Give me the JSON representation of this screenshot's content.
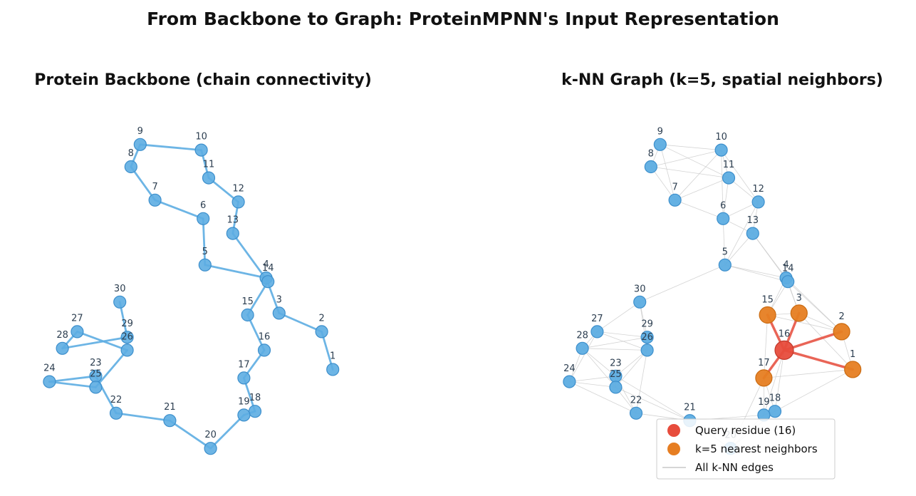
{
  "figure": {
    "title": "From Backbone to Graph: ProteinMPNN's Input Representation"
  },
  "colors": {
    "node": "#5dade2",
    "backbone_edge": "#5dade2",
    "knn_edge": "#c8c8c8",
    "query": "#e74c3c",
    "neighbor": "#e67e22",
    "highlight_edge": "#e74c3c",
    "label": "#2c3e50"
  },
  "panels": {
    "backbone": {
      "title": "Protein Backbone (chain connectivity)"
    },
    "knn": {
      "title": "k-NN Graph (k=5, spatial neighbors)"
    }
  },
  "legend": {
    "query_label": "Query residue (16)",
    "neighbors_label": "k=5 nearest neighbors",
    "edges_label": "All k-NN edges"
  },
  "chart_data": {
    "type": "network",
    "residues": [
      {
        "id": 1,
        "x": 4.2,
        "y": -0.47
      },
      {
        "id": 2,
        "x": 3.9,
        "y": 0.55
      },
      {
        "id": 3,
        "x": 2.75,
        "y": 1.05
      },
      {
        "id": 4,
        "x": 2.4,
        "y": 2.0
      },
      {
        "id": 5,
        "x": 0.75,
        "y": 2.35
      },
      {
        "id": 6,
        "x": 0.7,
        "y": 3.6
      },
      {
        "id": 7,
        "x": -0.6,
        "y": 4.1
      },
      {
        "id": 8,
        "x": -1.25,
        "y": 5.0
      },
      {
        "id": 9,
        "x": -1.0,
        "y": 5.6
      },
      {
        "id": 10,
        "x": 0.65,
        "y": 5.45
      },
      {
        "id": 11,
        "x": 0.85,
        "y": 4.7
      },
      {
        "id": 12,
        "x": 1.65,
        "y": 4.05
      },
      {
        "id": 13,
        "x": 1.5,
        "y": 3.2
      },
      {
        "id": 14,
        "x": 2.45,
        "y": 1.9
      },
      {
        "id": 15,
        "x": 1.9,
        "y": 1.0
      },
      {
        "id": 16,
        "x": 2.35,
        "y": 0.05
      },
      {
        "id": 17,
        "x": 1.8,
        "y": -0.7
      },
      {
        "id": 18,
        "x": 2.1,
        "y": -1.6
      },
      {
        "id": 19,
        "x": 1.8,
        "y": -1.7
      },
      {
        "id": 20,
        "x": 0.9,
        "y": -2.6
      },
      {
        "id": 21,
        "x": -0.2,
        "y": -1.85
      },
      {
        "id": 22,
        "x": -1.65,
        "y": -1.65
      },
      {
        "id": 23,
        "x": -2.2,
        "y": -0.65
      },
      {
        "id": 24,
        "x": -3.45,
        "y": -0.8
      },
      {
        "id": 25,
        "x": -2.2,
        "y": -0.95
      },
      {
        "id": 26,
        "x": -1.35,
        "y": 0.05
      },
      {
        "id": 27,
        "x": -2.7,
        "y": 0.55
      },
      {
        "id": 28,
        "x": -3.1,
        "y": 0.1
      },
      {
        "id": 29,
        "x": -1.35,
        "y": 0.4
      },
      {
        "id": 30,
        "x": -1.55,
        "y": 1.35
      }
    ],
    "knn": {
      "k": 5,
      "query": 16,
      "neighbors": [
        1,
        2,
        3,
        15,
        17
      ],
      "edges": [
        [
          1,
          2
        ],
        [
          1,
          3
        ],
        [
          1,
          16
        ],
        [
          1,
          17
        ],
        [
          1,
          18
        ],
        [
          2,
          3
        ],
        [
          2,
          4
        ],
        [
          2,
          14
        ],
        [
          2,
          16
        ],
        [
          2,
          15
        ],
        [
          3,
          4
        ],
        [
          3,
          14
        ],
        [
          3,
          15
        ],
        [
          3,
          16
        ],
        [
          4,
          14
        ],
        [
          4,
          5
        ],
        [
          4,
          13
        ],
        [
          4,
          15
        ],
        [
          5,
          14
        ],
        [
          5,
          13
        ],
        [
          5,
          6
        ],
        [
          5,
          12
        ],
        [
          5,
          30
        ],
        [
          6,
          7
        ],
        [
          6,
          11
        ],
        [
          6,
          12
        ],
        [
          6,
          13
        ],
        [
          6,
          10
        ],
        [
          7,
          8
        ],
        [
          7,
          9
        ],
        [
          7,
          10
        ],
        [
          7,
          11
        ],
        [
          8,
          9
        ],
        [
          8,
          10
        ],
        [
          8,
          11
        ],
        [
          9,
          10
        ],
        [
          9,
          11
        ],
        [
          10,
          11
        ],
        [
          10,
          12
        ],
        [
          11,
          12
        ],
        [
          12,
          13
        ],
        [
          13,
          14
        ],
        [
          14,
          15
        ],
        [
          15,
          16
        ],
        [
          15,
          17
        ],
        [
          16,
          17
        ],
        [
          16,
          18
        ],
        [
          16,
          19
        ],
        [
          17,
          18
        ],
        [
          17,
          19
        ],
        [
          17,
          20
        ],
        [
          18,
          19
        ],
        [
          18,
          20
        ],
        [
          19,
          20
        ],
        [
          19,
          21
        ],
        [
          20,
          21
        ],
        [
          21,
          22
        ],
        [
          21,
          25
        ],
        [
          21,
          23
        ],
        [
          22,
          23
        ],
        [
          22,
          24
        ],
        [
          22,
          25
        ],
        [
          22,
          26
        ],
        [
          23,
          24
        ],
        [
          23,
          25
        ],
        [
          23,
          26
        ],
        [
          23,
          28
        ],
        [
          24,
          25
        ],
        [
          24,
          28
        ],
        [
          24,
          27
        ],
        [
          25,
          26
        ],
        [
          25,
          28
        ],
        [
          26,
          27
        ],
        [
          26,
          28
        ],
        [
          26,
          29
        ],
        [
          27,
          28
        ],
        [
          27,
          29
        ],
        [
          27,
          30
        ],
        [
          28,
          29
        ],
        [
          29,
          30
        ],
        [
          26,
          30
        ]
      ]
    }
  }
}
